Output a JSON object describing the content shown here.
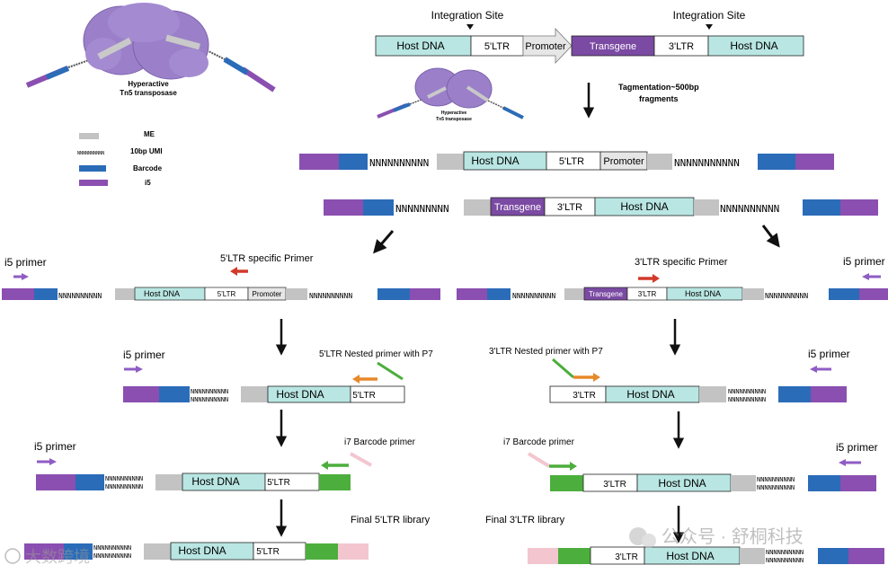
{
  "top": {
    "integration_site_left": "Integration Site",
    "integration_site_right": "Integration Site",
    "host_dna_left": "Host DNA",
    "ltr5": "5'LTR",
    "promoter": "Promoter",
    "transgene": "Transgene",
    "ltr3": "3'LTR",
    "host_dna_right": "Host DNA",
    "tagmentation": "Tagmentation~500bp",
    "fragments": "fragments"
  },
  "transposase": {
    "title_line1": "Hyperactive",
    "title_line2": "Tn5 transposase",
    "small_line1": "Hyperactive",
    "small_line2": "Tn5 transposase"
  },
  "legend": {
    "me": "ME",
    "umi_glyph": "NNNNNNNNNN",
    "umi": "10bp UMI",
    "barcode": "Barcode",
    "i5": "i5"
  },
  "fragments": {
    "f1_umi_left": "NNNNNNNNNN",
    "f1_host": "Host DNA",
    "f1_ltr": "5'LTR",
    "f1_promoter": "Promoter",
    "f1_umi_right": "NNNNNNNNNNN",
    "f2_umi_left": "NNNNNNNNN",
    "f2_transgene": "Transgene",
    "f2_ltr": "3'LTR",
    "f2_host": "Host DNA",
    "f2_umi_right": "NNNNNNNNNN"
  },
  "left": {
    "i5_primer_1": "i5 primer",
    "ltr5_primer": "5'LTR specific Primer",
    "row1_umi_left": "NNNNNNNNNN",
    "row1_host": "Host DNA",
    "row1_ltr": "5'LTR",
    "row1_promoter": "Promoter",
    "row1_umi_right": "NNNNNNNNNN",
    "i5_primer_2": "i5 primer",
    "nested_primer": "5'LTR Nested primer with P7",
    "row2_umi_a": "NNNNNNNNNN",
    "row2_umi_b": "NNNNNNNNNN",
    "row2_host": "Host DNA",
    "row2_ltr": "5'LTR",
    "i5_primer_3": "i5 primer",
    "i7_primer": "i7 Barcode primer",
    "row3_umi_a": "NNNNNNNNNN",
    "row3_umi_b": "NNNNNNNNNN",
    "row3_host": "Host DNA",
    "row3_ltr": "5'LTR",
    "final_label": "Final 5'LTR library",
    "row4_umi_a": "NNNNNNNNNN",
    "row4_umi_b": "NNNNNNNNNN",
    "row4_host": "Host DNA",
    "row4_ltr": "5'LTR"
  },
  "right": {
    "ltr3_primer": "3'LTR specific Primer",
    "i5_primer_1": "i5 primer",
    "row1_umi_left": "NNNNNNNNNN",
    "row1_transgene": "Transgene",
    "row1_ltr": "3'LTR",
    "row1_host": "Host DNA",
    "row1_umi_right": "NNNNNNNNNN",
    "nested_primer": "3'LTR Nested primer with P7",
    "i5_primer_2": "i5 primer",
    "row2_ltr": "3'LTR",
    "row2_host": "Host DNA",
    "row2_umi_a": "NNNNNNNNNN",
    "row2_umi_b": "NNNNNNNNNN",
    "i7_primer": "i7 Barcode primer",
    "i5_primer_3": "i5 primer",
    "row3_ltr": "3'LTR",
    "row3_host": "Host DNA",
    "row3_umi_a": "NNNNNNNNNN",
    "row3_umi_b": "NNNNNNNNNN",
    "final_label": "Final 3'LTR library",
    "row4_ltr": "3'LTR",
    "row4_host": "Host DNA",
    "row4_umi_a": "NNNNNNNNNN",
    "row4_umi_b": "NNNNNNNNNN"
  },
  "watermark": {
    "left": "大数跨境",
    "right": "公众号 · 舒桐科技"
  },
  "colors": {
    "host": "#b9e6e2",
    "transgene": "#7b4aa3",
    "barcode": "#2b6cb8",
    "i5": "#8a4fb0",
    "me": "#c3c3c3",
    "red_primer": "#d23a2a",
    "orange_primer": "#e8892a",
    "green_p7": "#4cae3c",
    "pink_i7": "#f3c6cf",
    "purple_arrow": "#8f5cc4"
  }
}
